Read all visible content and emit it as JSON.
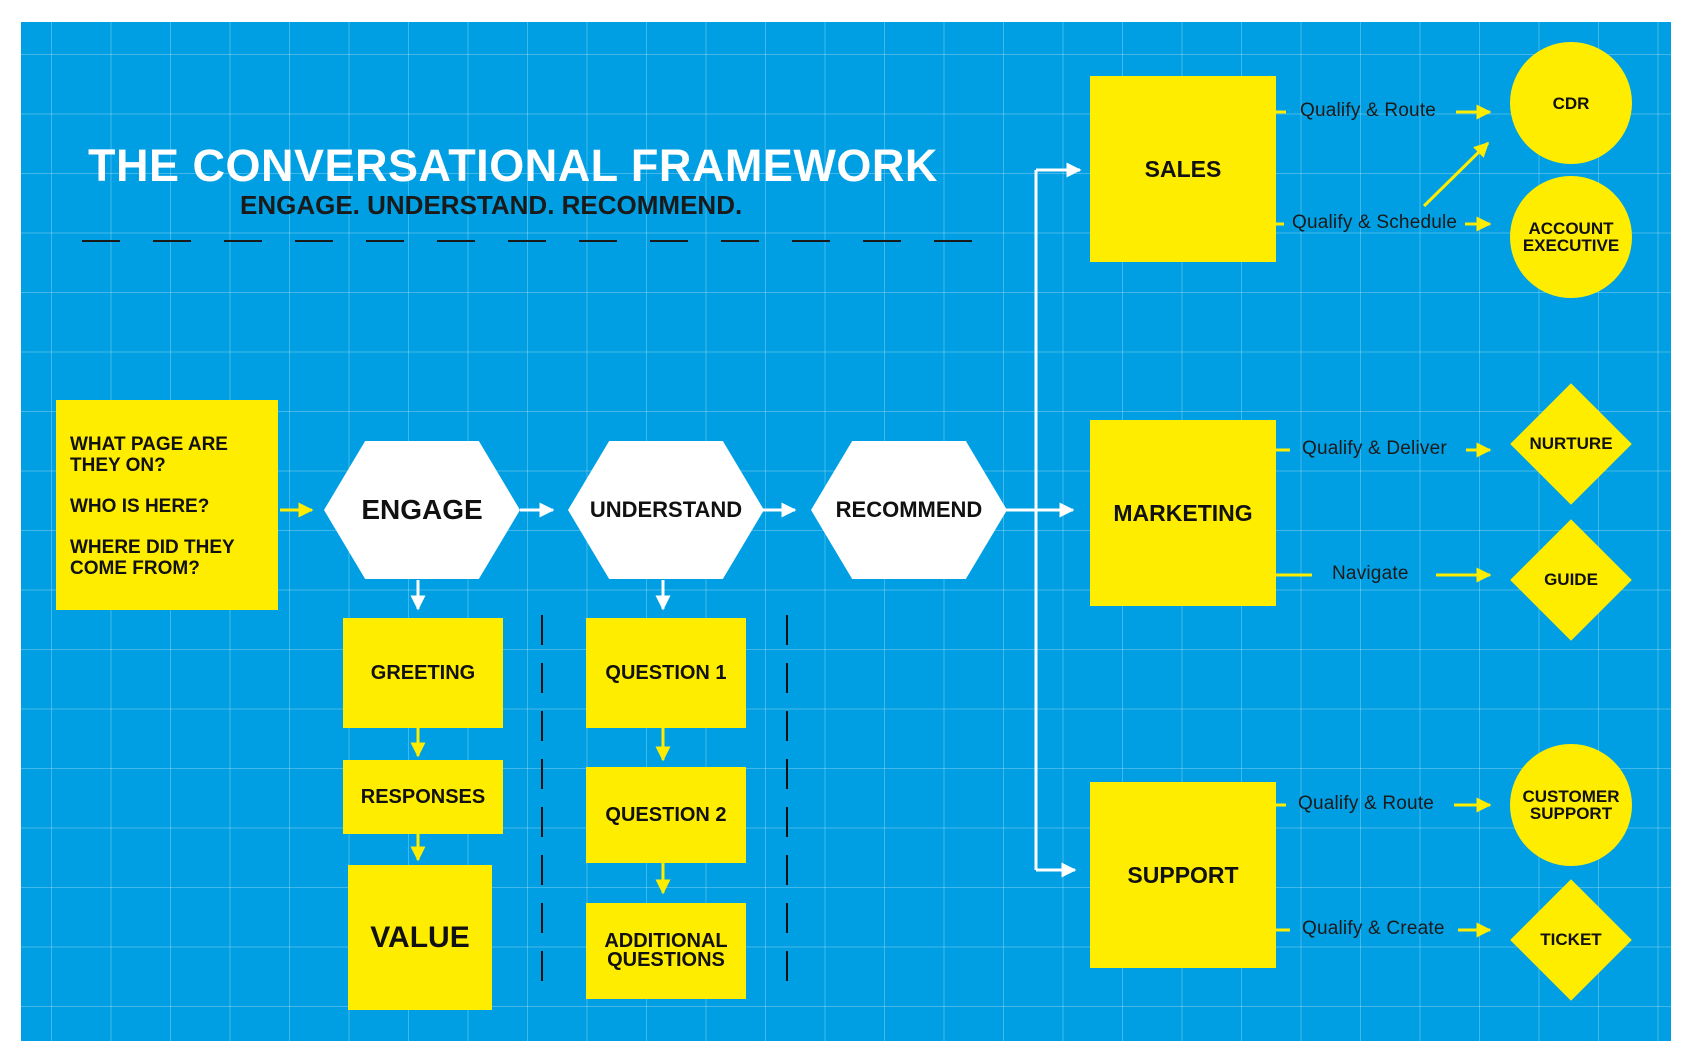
{
  "header": {
    "title": "THE CONVERSATIONAL FRAMEWORK",
    "subtitle": "ENGAGE. UNDERSTAND. RECOMMEND."
  },
  "context": {
    "q1": "WHAT PAGE ARE THEY ON?",
    "q2": "WHO IS HERE?",
    "q3": "WHERE DID THEY COME FROM?"
  },
  "stages": {
    "engage": "ENGAGE",
    "understand": "UNDERSTAND",
    "recommend": "RECOMMEND"
  },
  "engage_steps": {
    "greeting": "GREETING",
    "responses": "RESPONSES",
    "value": "VALUE"
  },
  "understand_steps": {
    "question1": "QUESTION 1",
    "question2": "QUESTION 2",
    "additional": "ADDITIONAL QUESTIONS"
  },
  "teams": {
    "sales": "SALES",
    "marketing": "MARKETING",
    "support": "SUPPORT"
  },
  "routes": {
    "sales_route": "Qualify & Route",
    "sales_schedule": "Qualify & Schedule",
    "marketing_deliver": "Qualify & Deliver",
    "marketing_navigate": "Navigate",
    "support_route": "Qualify & Route",
    "support_create": "Qualify & Create"
  },
  "outcomes": {
    "cdr": "CDR",
    "account_executive": "ACCOUNT EXECUTIVE",
    "nurture": "NURTURE",
    "guide": "GUIDE",
    "customer_support": "CUSTOMER SUPPORT",
    "ticket": "TICKET"
  },
  "colors": {
    "background": "#009fe3",
    "accent": "#ffed00",
    "white": "#ffffff",
    "text": "#111111"
  }
}
